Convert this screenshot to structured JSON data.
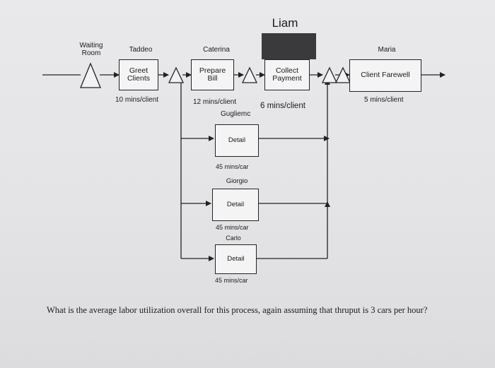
{
  "title": "Liam",
  "workers": {
    "waiting_room": "Waiting\nRoom",
    "taddeo": "Taddeo",
    "caterina": "Caterina",
    "maria": "Maria",
    "gugliemo": "Gugliemc",
    "giorgio": "Giorgio",
    "carlo": "Carlo"
  },
  "steps": {
    "greet": "Greet\nClients",
    "prepare": "Prepare\nBill",
    "collect": "Collect\nPayment",
    "farewell": "Client Farewell",
    "detail1": "Detail",
    "detail2": "Detail",
    "detail3": "Detail"
  },
  "times": {
    "greet": "10 mins/client",
    "prepare": "12 mins/client",
    "collect": "6 mins/client",
    "farewell": "5 mins/client",
    "detail1": "45 mins/car",
    "detail2": "45 mins/car",
    "detail3": "45 mins/car"
  },
  "question": "What is the average labor utilization overall for this process, again assuming that thruput is 3 cars per hour?"
}
